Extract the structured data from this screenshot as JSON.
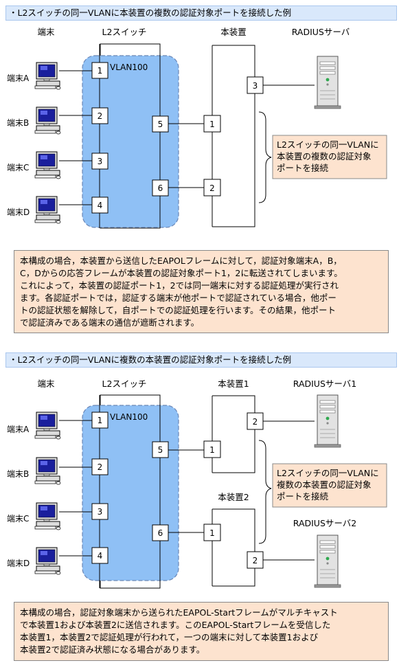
{
  "section1": {
    "title": "・L2スイッチの同一VLANに本装置の複数の認証対象ポートを接続した例",
    "col_terminal": "端末",
    "col_switch": "L2スイッチ",
    "col_device": "本装置",
    "col_radius": "RADIUSサーバ",
    "vlan_label": "VLAN100",
    "terminals": [
      "端末A",
      "端末B",
      "端末C",
      "端末D"
    ],
    "switch_ports": [
      "1",
      "2",
      "3",
      "4",
      "5",
      "6"
    ],
    "device_ports": [
      "1",
      "2",
      "3"
    ],
    "callout_lines": [
      "L2スイッチの同一VLANに",
      "本装置の複数の認証対象",
      "ポートを接続"
    ],
    "note_lines": [
      "本構成の場合，本装置から送信したEAPOLフレームに対して，認証対象端末A，B，",
      "C，Dからの応答フレームが本装置の認証対象ポート1，2に転送されてしまいます。",
      "これによって，本装置の認証ポート1，2では同一端末に対する認証処理が実行され",
      "ます。各認証ポートでは，認証する端末が他ポートで認証されている場合，他ポー",
      "トの認証状態を解除して，自ポートでの認証処理を行います。その結果，他ポート",
      "で認証済みである端末の通信が遮断されます。"
    ]
  },
  "section2": {
    "title": "・L2スイッチの同一VLANに複数の本装置の認証対象ポートを接続した例",
    "col_terminal": "端末",
    "col_switch": "L2スイッチ",
    "col_device1": "本装置1",
    "col_device2": "本装置2",
    "col_radius1": "RADIUSサーバ1",
    "col_radius2": "RADIUSサーバ2",
    "vlan_label": "VLAN100",
    "terminals": [
      "端末A",
      "端末B",
      "端末C",
      "端末D"
    ],
    "switch_ports": [
      "1",
      "2",
      "3",
      "4",
      "5",
      "6"
    ],
    "device1_ports": [
      "1",
      "2"
    ],
    "device2_ports": [
      "1",
      "2"
    ],
    "callout_lines": [
      "L2スイッチの同一VLANに",
      "複数の本装置の認証対象",
      "ポートを接続"
    ],
    "note_lines": [
      "本構成の場合，認証対象端末から送られたEAPOL-Startフレームがマルチキャスト",
      "で本装置1および本装置2に送信されます。このEAPOL-Startフレームを受信した",
      "本装置1，本装置2で認証処理が行われて，一つの端末に対して本装置1および",
      "本装置2で認証済み状態になる場合があります。"
    ]
  },
  "colors": {
    "title_bg": "#d9e8fb",
    "vlan_fill": "#8fc0f5",
    "callout_bg": "#fde3cf",
    "note_bg": "#fde3cf"
  },
  "icons": [
    "pc-terminal-icon",
    "server-tower-icon"
  ]
}
